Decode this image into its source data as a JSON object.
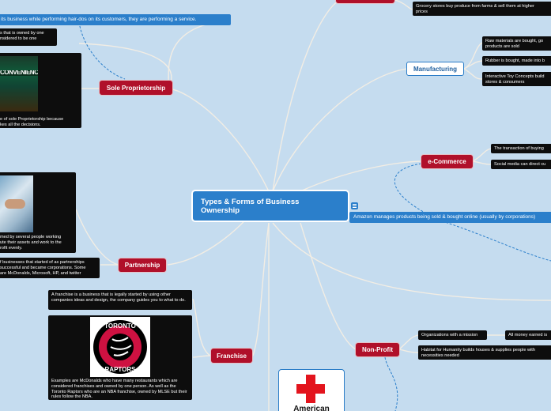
{
  "central": {
    "title": "Types & Forms of Business Ownership"
  },
  "central_note": "Amazon manages products being sold & bought online (usually by corporations)",
  "branches": {
    "sole": {
      "label": "Sole Proprietorship",
      "banner": "its business while performing hair-dos on its customers, they are performing a service.",
      "def": "s that is owned by one\nnsidered to be one",
      "image_text": "CONVENIENCE",
      "caption": "e of sole Proprietorship because\nkes all the decisions."
    },
    "partnership": {
      "label": "Partnership",
      "caption": "med by several people working\nute their assets and work to the\nrofit evenly.",
      "examples": "f businesses that started of as partnerships\nsuccessful and became corporations. Some\nare McDonalds, Microsoft, HP, and twitter"
    },
    "franchise": {
      "label": "Franchise",
      "def": "A franchise is a business that is legally started by using other companies ideas and design, the company guides you to what to do.",
      "logo_text": [
        "TORONTO",
        "RAPTORS"
      ],
      "examples": "Examples are McDonalds who have many restaurants which are considered franchises and owned by one person. As well as the Toronto Raptors who are an NBA franchise, owned by MLSE but their  rules follow the NBA."
    },
    "manufacturing": {
      "label": "Manufacturing",
      "items": [
        "Raw materials are bought, go\nproducts are sold",
        "Rubber is bought, made into b",
        "Interactive Toy Concepts build\nstores & consumers"
      ]
    },
    "ecommerce": {
      "label": "e-Commerce",
      "items": [
        "The transaction of buying",
        "Social media can direct cu"
      ]
    },
    "nonprofit": {
      "label": "Non-Profit",
      "items": [
        "Organizations with a mission",
        "All money earned is",
        "Habitat for Humanity builds houses & supplies people with\nnecessities needed"
      ],
      "image_text": "American"
    },
    "top": {
      "item": "Grocery stores buy produce from farms & sell them at higher\nprices"
    }
  },
  "colors": {
    "background": "#c5dcef",
    "accent": "#2b7fcb",
    "branch": "#b0102a",
    "link": "#f3eee6"
  }
}
